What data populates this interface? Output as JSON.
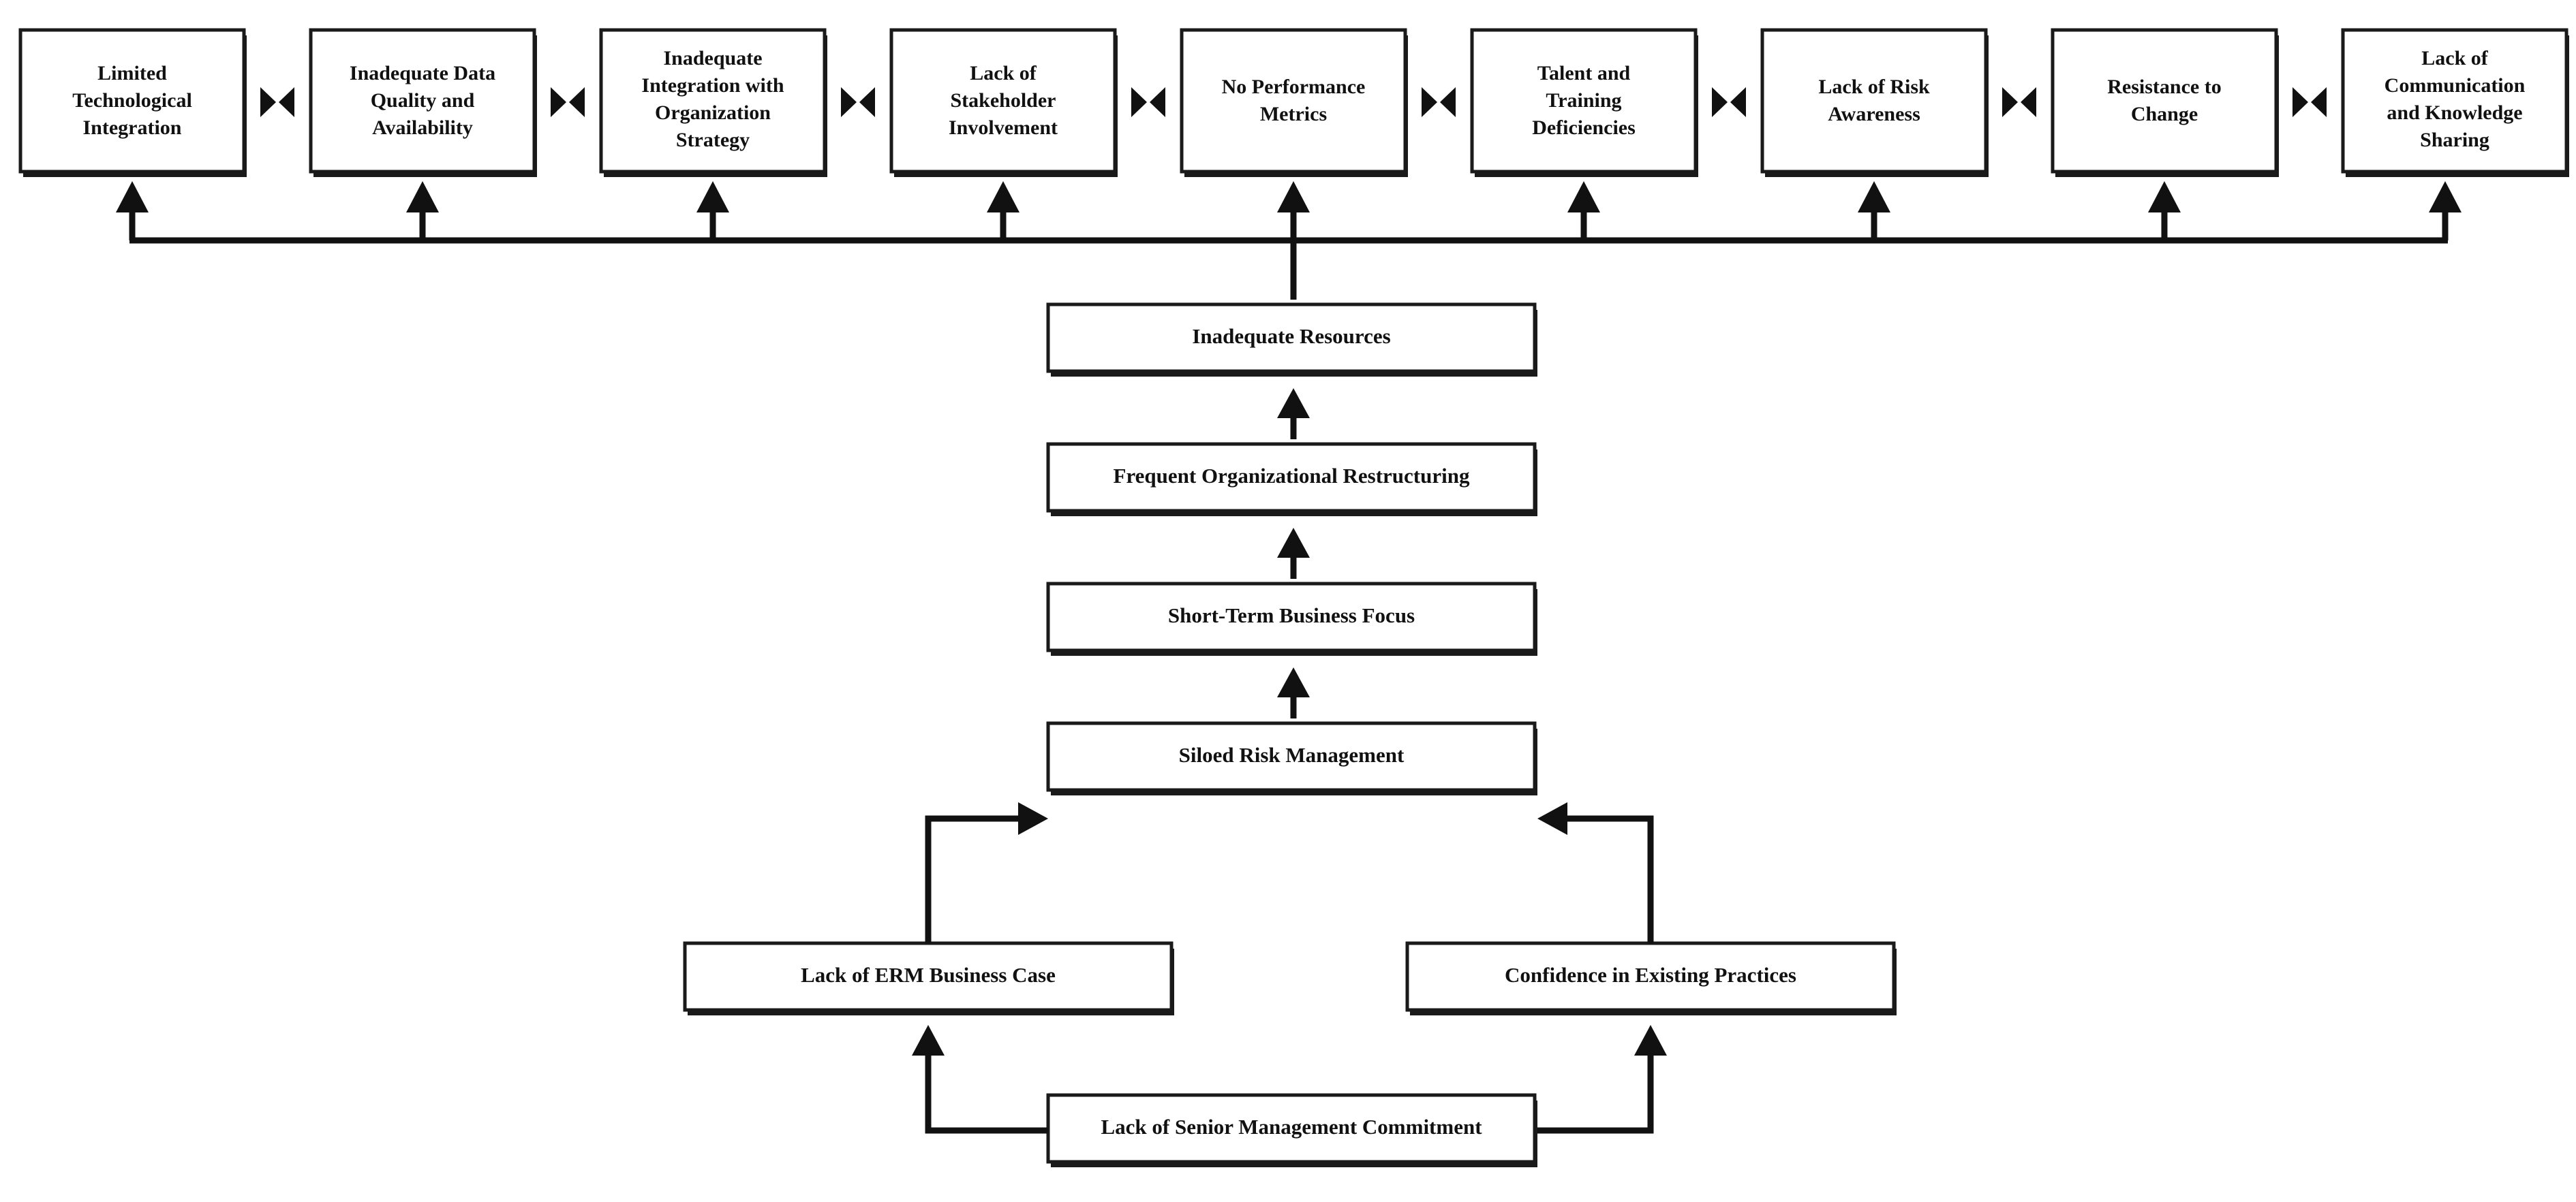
{
  "diagram": {
    "kind": "interpretive-structural-model",
    "background_color": "#ffffff",
    "line_color": "#111111",
    "box_fill": "#ffffff",
    "box_stroke": "#1a1a1a",
    "top_level_nodes": [
      {
        "id": "n1",
        "lines": [
          "Limited",
          "Technological",
          "Integration"
        ]
      },
      {
        "id": "n2",
        "lines": [
          "Inadequate Data",
          "Quality and",
          "Availability"
        ]
      },
      {
        "id": "n3",
        "lines": [
          "Inadequate",
          "Integration with",
          "Organization",
          "Strategy"
        ]
      },
      {
        "id": "n4",
        "lines": [
          "Lack of",
          "Stakeholder",
          "Involvement"
        ]
      },
      {
        "id": "n5",
        "lines": [
          "No Performance",
          "Metrics"
        ]
      },
      {
        "id": "n6",
        "lines": [
          "Talent and",
          "Training",
          "Deficiencies"
        ]
      },
      {
        "id": "n7",
        "lines": [
          "Lack of Risk",
          "Awareness"
        ]
      },
      {
        "id": "n8",
        "lines": [
          "Resistance to",
          "Change"
        ]
      },
      {
        "id": "n9",
        "lines": [
          "Lack of",
          "Communication",
          "and Knowledge",
          "Sharing"
        ]
      }
    ],
    "chain_nodes": [
      {
        "id": "c1",
        "label": "Inadequate Resources"
      },
      {
        "id": "c2",
        "label": "Frequent Organizational Restructuring"
      },
      {
        "id": "c3",
        "label": "Short-Term Business Focus"
      },
      {
        "id": "c4",
        "label": "Siloed Risk Management"
      }
    ],
    "branch_nodes": [
      {
        "id": "b1",
        "label": "Lack of ERM Business Case"
      },
      {
        "id": "b2",
        "label": "Confidence in Existing Practices"
      }
    ],
    "root_node": {
      "id": "r1",
      "label": "Lack of Senior Management Commitment"
    },
    "connector_icons": {
      "bowtie": "bowtie-icon",
      "arrow_up": "arrow-up-icon",
      "arrow_right": "arrow-right-icon",
      "arrow_left": "arrow-left-icon"
    },
    "edges": [
      {
        "from": "r1",
        "to": "b1",
        "type": "elbow-arrow-up"
      },
      {
        "from": "r1",
        "to": "b2",
        "type": "elbow-arrow-up"
      },
      {
        "from": "b1",
        "to": "c4",
        "type": "elbow-arrow-right"
      },
      {
        "from": "b2",
        "to": "c4",
        "type": "elbow-arrow-left"
      },
      {
        "from": "c4",
        "to": "c3",
        "type": "arrow-up"
      },
      {
        "from": "c3",
        "to": "c2",
        "type": "arrow-up"
      },
      {
        "from": "c2",
        "to": "c1",
        "type": "arrow-up"
      },
      {
        "from": "c1",
        "to": "bus",
        "type": "arrow-up"
      },
      {
        "from": "bus",
        "to": "n1",
        "type": "arrow-up"
      },
      {
        "from": "bus",
        "to": "n2",
        "type": "arrow-up"
      },
      {
        "from": "bus",
        "to": "n3",
        "type": "arrow-up"
      },
      {
        "from": "bus",
        "to": "n4",
        "type": "arrow-up"
      },
      {
        "from": "bus",
        "to": "n5",
        "type": "arrow-up"
      },
      {
        "from": "bus",
        "to": "n6",
        "type": "arrow-up"
      },
      {
        "from": "bus",
        "to": "n7",
        "type": "arrow-up"
      },
      {
        "from": "bus",
        "to": "n8",
        "type": "arrow-up"
      },
      {
        "from": "bus",
        "to": "n9",
        "type": "arrow-up"
      },
      {
        "from": "n1",
        "to": "n2",
        "type": "bowtie"
      },
      {
        "from": "n2",
        "to": "n3",
        "type": "bowtie"
      },
      {
        "from": "n3",
        "to": "n4",
        "type": "bowtie"
      },
      {
        "from": "n4",
        "to": "n5",
        "type": "bowtie"
      },
      {
        "from": "n5",
        "to": "n6",
        "type": "bowtie"
      },
      {
        "from": "n6",
        "to": "n7",
        "type": "bowtie"
      },
      {
        "from": "n7",
        "to": "n8",
        "type": "bowtie"
      },
      {
        "from": "n8",
        "to": "n9",
        "type": "bowtie"
      }
    ]
  }
}
